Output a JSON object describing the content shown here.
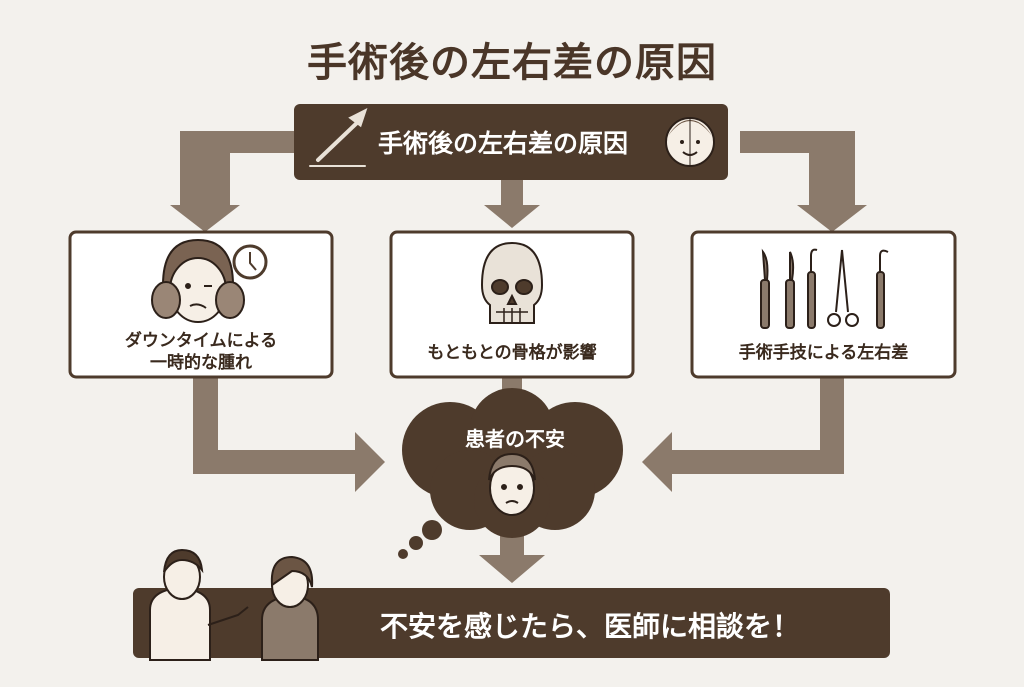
{
  "title": "手術後の左右差の原因",
  "header": {
    "label": "手術後の左右差の原因"
  },
  "causes": [
    {
      "line1": "ダウンタイムによる",
      "line2": "一時的な腫れ"
    },
    {
      "line1": "もともとの骨格が影響"
    },
    {
      "line1": "手術手技による左右差"
    }
  ],
  "result": {
    "label": "患者の不安"
  },
  "advice": {
    "label": "不安を感じたら、医師に相談を！"
  },
  "colors": {
    "dark": "#4e3b2c",
    "arrow": "#8b7a6b",
    "background": "#f3f1ed"
  }
}
